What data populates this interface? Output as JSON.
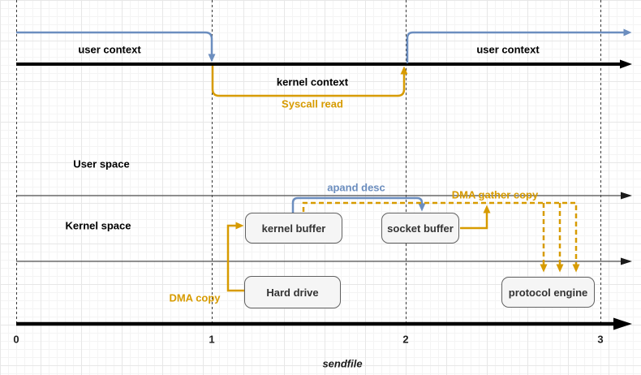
{
  "contexts": {
    "user_context_left": "user context",
    "user_context_right": "user context",
    "kernel_context": "kernel context"
  },
  "annotations": {
    "syscall_read": "Syscall read",
    "apand_desc": "apand desc",
    "dma_gather_copy": "DMA gather copy",
    "dma_copy": "DMA copy"
  },
  "spaces": {
    "user_space": "User space",
    "kernel_space": "Kernel space"
  },
  "boxes": {
    "kernel_buffer": "kernel buffer",
    "socket_buffer": "socket buffer",
    "hard_drive": "Hard drive",
    "protocol_engine": "protocol engine"
  },
  "axis": {
    "ticks": [
      "0",
      "1",
      "2",
      "3"
    ],
    "label": "sendfile"
  },
  "colors": {
    "blue": "#6c8ebf",
    "orange": "#d79b00",
    "box_fill": "#f5f5f5",
    "box_border": "#616161"
  }
}
